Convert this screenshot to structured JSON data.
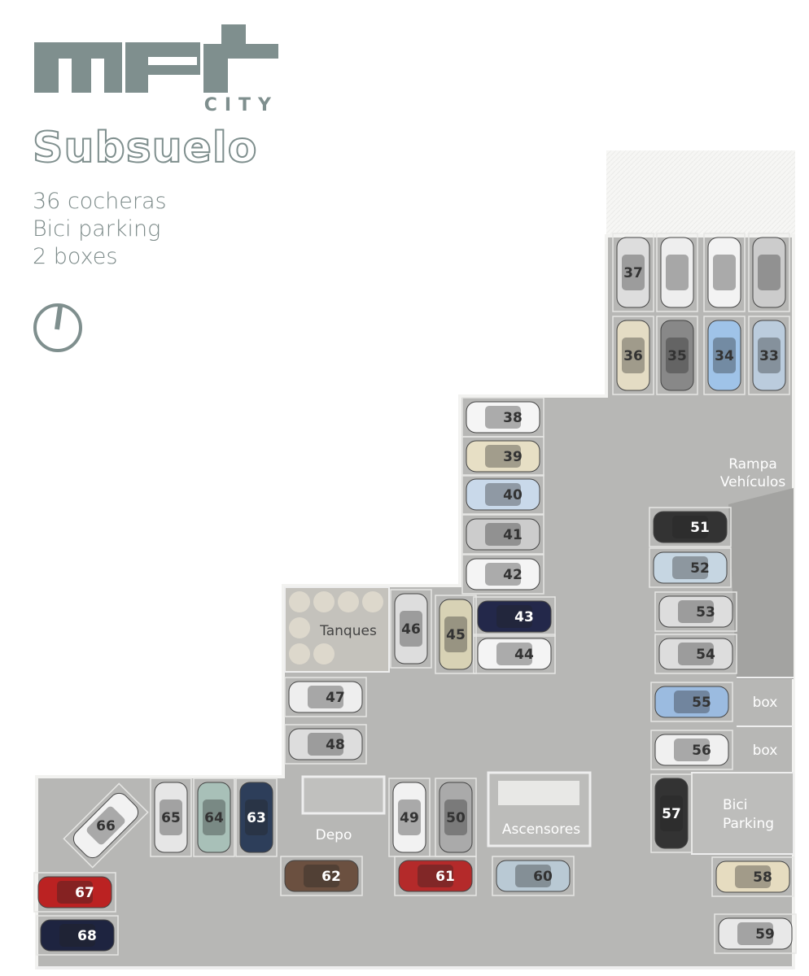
{
  "logo": {
    "main": "met",
    "sub": "CITY"
  },
  "title": "Subsuelo",
  "info": [
    "36 cocheras",
    "Bici parking",
    "2 boxes"
  ],
  "compass_icon": "north-compass-icon",
  "areas": {
    "rampa": [
      "Rampa",
      "Vehículos"
    ],
    "tanques": "Tanques",
    "depo": "Depo",
    "ascensores": "Ascensores",
    "bici": [
      "Bici",
      "Parking"
    ],
    "box1": "box",
    "box2": "box"
  },
  "spaces": [
    "33",
    "34",
    "35",
    "36",
    "37",
    "38",
    "39",
    "40",
    "41",
    "42",
    "43",
    "44",
    "45",
    "46",
    "47",
    "48",
    "49",
    "50",
    "51",
    "52",
    "53",
    "54",
    "55",
    "56",
    "57",
    "58",
    "59",
    "60",
    "61",
    "62",
    "63",
    "64",
    "65",
    "66",
    "67",
    "68"
  ],
  "colors": {
    "brand": "#7f8f8e",
    "floor": "#b9b9b7",
    "wall": "#f4f4f2"
  }
}
